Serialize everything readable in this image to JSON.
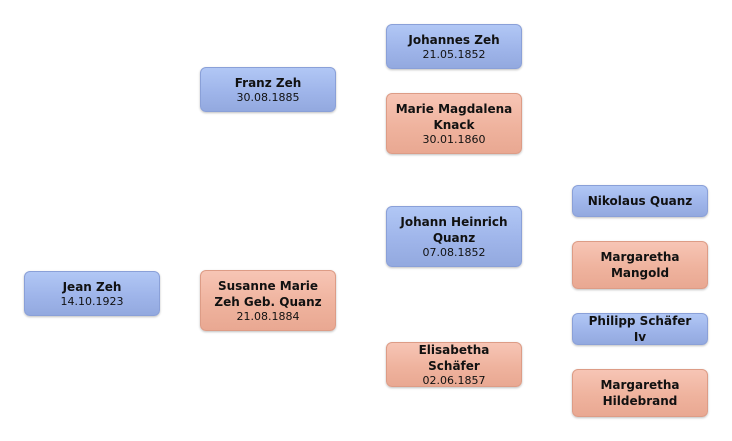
{
  "people": {
    "root": {
      "name": "Jean Zeh",
      "date": "14.10.1923",
      "gender": "male"
    },
    "father": {
      "name": "Franz Zeh",
      "date": "30.08.1885",
      "gender": "male"
    },
    "mother": {
      "name": "Susanne Marie Zeh Geb. Quanz",
      "date": "21.08.1884",
      "gender": "female"
    },
    "pat_gf": {
      "name": "Johannes Zeh",
      "date": "21.05.1852",
      "gender": "male"
    },
    "pat_gm": {
      "name": "Marie Magdalena Knack",
      "date": "30.01.1860",
      "gender": "female"
    },
    "mat_gf": {
      "name": "Johann Heinrich Quanz",
      "date": "07.08.1852",
      "gender": "male"
    },
    "mat_gm": {
      "name": "Elisabetha Schäfer",
      "date": "02.06.1857",
      "gender": "female"
    },
    "mat_gf_father": {
      "name": "Nikolaus Quanz",
      "date": "",
      "gender": "male"
    },
    "mat_gf_mother": {
      "name": "Margaretha Mangold",
      "date": "",
      "gender": "female"
    },
    "mat_gm_father": {
      "name": "Philipp Schäfer Iv",
      "date": "",
      "gender": "male"
    },
    "mat_gm_mother": {
      "name": "Margaretha Hildebrand",
      "date": "",
      "gender": "female"
    }
  },
  "colors": {
    "male": "#a3b9ec",
    "female": "#f0b4a0"
  }
}
